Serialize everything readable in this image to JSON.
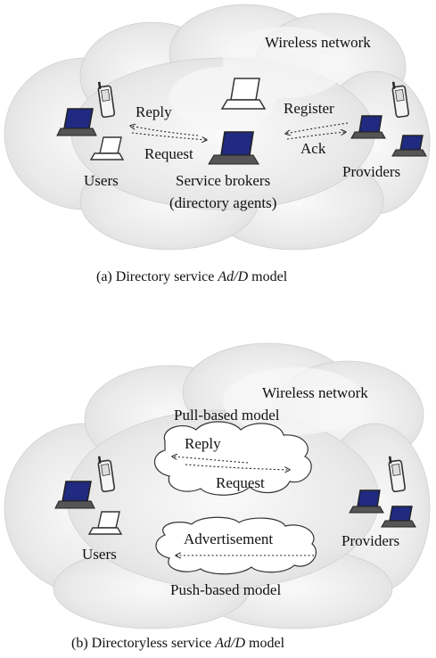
{
  "panel_a": {
    "network_label": "Wireless network",
    "users_label": "Users",
    "brokers_label_line1": "Service brokers",
    "brokers_label_line2": "(directory agents)",
    "providers_label": "Providers",
    "reply_label": "Reply",
    "request_label": "Request",
    "register_label": "Register",
    "ack_label": "Ack",
    "caption_prefix": "(a) Directory service ",
    "caption_italic": "Ad/D",
    "caption_suffix": " model"
  },
  "panel_b": {
    "network_label": "Wireless network",
    "pull_label": "Pull-based model",
    "push_label": "Push-based model",
    "reply_label": "Reply",
    "request_label": "Request",
    "advertisement_label": "Advertisement",
    "users_label": "Users",
    "providers_label": "Providers",
    "caption_prefix": "(b) Directoryless service ",
    "caption_italic": "Ad/D",
    "caption_suffix": " model"
  },
  "colors": {
    "cloud_fill": "#e6e6e6",
    "cloud_inner": "#f2f2f2",
    "screen": "#1f2a80",
    "device_body": "#4a4a4a"
  }
}
